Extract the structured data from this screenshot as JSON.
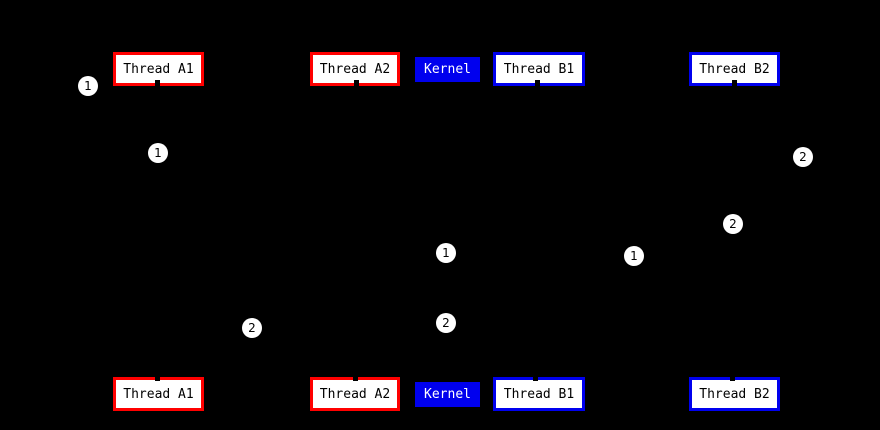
{
  "diagram": {
    "description": "Two-row thread/kernel scheduling diagram on black background",
    "top_row": [
      {
        "id": "thread-a1",
        "label": "Thread A1",
        "style": "red"
      },
      {
        "id": "thread-a2",
        "label": "Thread A2",
        "style": "red"
      },
      {
        "id": "kernel",
        "label": "Kernel",
        "style": "kernel"
      },
      {
        "id": "thread-b1",
        "label": "Thread B1",
        "style": "blue"
      },
      {
        "id": "thread-b2",
        "label": "Thread B2",
        "style": "blue"
      }
    ],
    "bottom_row": [
      {
        "id": "thread-a1",
        "label": "Thread A1",
        "style": "red"
      },
      {
        "id": "thread-a2",
        "label": "Thread A2",
        "style": "red"
      },
      {
        "id": "kernel",
        "label": "Kernel",
        "style": "kernel"
      },
      {
        "id": "thread-b1",
        "label": "Thread B1",
        "style": "blue"
      },
      {
        "id": "thread-b2",
        "label": "Thread B2",
        "style": "blue"
      }
    ],
    "markers": [
      {
        "label": "1"
      },
      {
        "label": "1"
      },
      {
        "label": "2"
      },
      {
        "label": "2"
      },
      {
        "label": "1"
      },
      {
        "label": "1"
      },
      {
        "label": "2"
      },
      {
        "label": "2"
      }
    ]
  },
  "colors": {
    "background": "#000000",
    "thread_a_border": "#ff0000",
    "thread_b_border": "#0000ee",
    "kernel_fill": "#0000ee",
    "kernel_text": "#ffffff",
    "box_fill": "#ffffff",
    "box_text": "#000000",
    "marker_fill": "#ffffff",
    "marker_text": "#000000"
  }
}
